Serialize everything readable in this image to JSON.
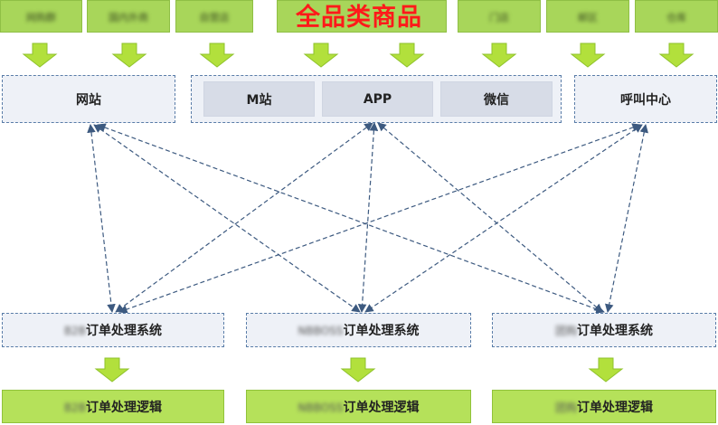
{
  "title": "全品类商品",
  "top_sources": [
    {
      "text": "网购群",
      "blurred": true
    },
    {
      "text": "国内外商",
      "blurred": true
    },
    {
      "text": "自营店",
      "blurred": true
    },
    {
      "text": "门店",
      "blurred": true
    },
    {
      "text": "邮区",
      "blurred": true
    },
    {
      "text": "仓库",
      "blurred": true
    }
  ],
  "channels": {
    "website": "网站",
    "mobile": [
      "M站",
      "APP",
      "微信"
    ],
    "call_center": "呼叫中心"
  },
  "order_systems": [
    {
      "prefix": "B2B",
      "label": "订单处理系统"
    },
    {
      "prefix": "NBBOSS",
      "label": "订单处理系统"
    },
    {
      "prefix": "团购",
      "label": "订单处理系统"
    }
  ],
  "order_logic": [
    {
      "prefix": "B2B",
      "label": "订单处理逻辑"
    },
    {
      "prefix": "NBBOSS",
      "label": "订单处理逻辑"
    },
    {
      "prefix": "团购",
      "label": "订单处理逻辑"
    }
  ],
  "colors": {
    "title": "#ff1a1a",
    "green_box": "#a8d65a",
    "green_arrow": "#b2e03c",
    "channel_fill": "#eef1f7",
    "dash_border": "#5a7da8",
    "connector": "#3d5a80"
  }
}
